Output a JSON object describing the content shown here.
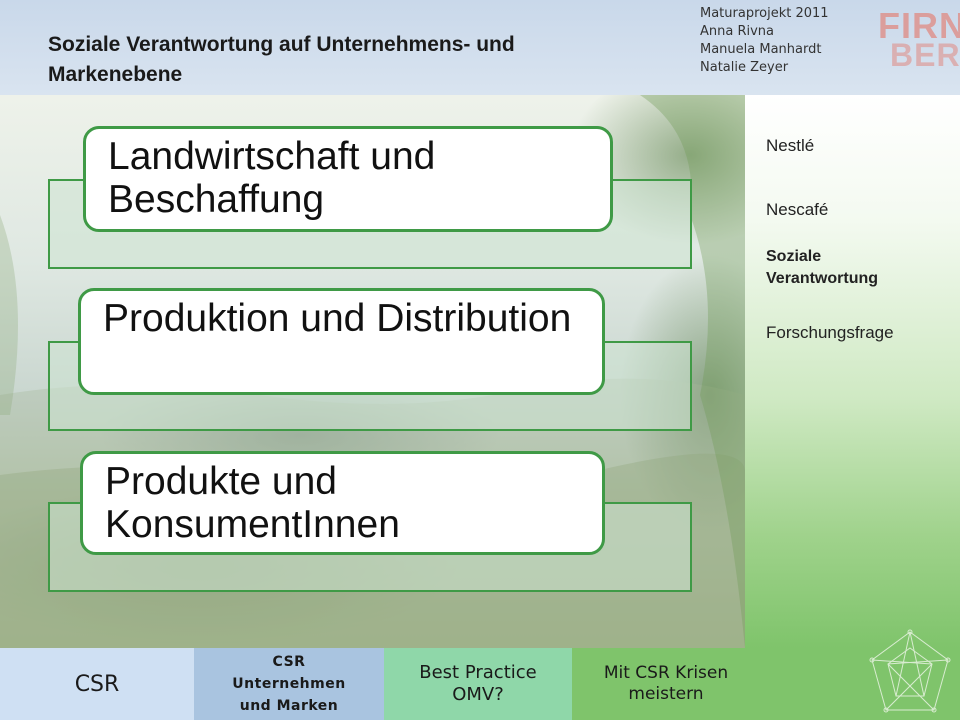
{
  "header": {
    "title": "Soziale Verantwortung auf Unternehmens- und Markenebene",
    "credits": [
      "Maturaprojekt 2011",
      "Anna Rivna",
      "Manuela Manhardt",
      "Natalie Zeyer"
    ],
    "logo_text": [
      "FIRN",
      "BERG"
    ]
  },
  "boxes": [
    {
      "label": "Landwirtschaft und Beschaffung"
    },
    {
      "label": "Produktion und Distribution"
    },
    {
      "label": "Produkte und KonsumentInnen"
    }
  ],
  "sidebar": {
    "items": [
      {
        "label": "Nestlé",
        "active": false
      },
      {
        "label": "Nescafé",
        "active": false
      },
      {
        "label": "Soziale Verantwortung",
        "active": true
      },
      {
        "label": "Forschungsfrage",
        "active": false
      }
    ]
  },
  "tabs": [
    {
      "label": "CSR"
    },
    {
      "label": "CSR\nUnternehmen\nund Marken",
      "active": true
    },
    {
      "label": "Best Practice\nOMV?"
    },
    {
      "label": "Mit CSR Krisen\nmeistern"
    }
  ],
  "colors": {
    "accent_green": "#3f9a46",
    "header_blue": "#c9d8ea",
    "logo_red": "#d9605a"
  }
}
